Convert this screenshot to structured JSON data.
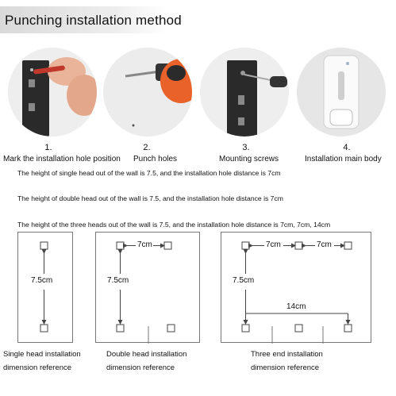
{
  "title": "Punching installation method",
  "steps": [
    {
      "number": "1.",
      "label": "Mark the installation hole position"
    },
    {
      "number": "2.",
      "label": "Punch holes"
    },
    {
      "number": "3.",
      "label": "Mounting screws"
    },
    {
      "number": "4.",
      "label": "Installation main body"
    }
  ],
  "specs": [
    "The height of single head out of the wall is 7.5, and the installation hole distance is 7cm",
    "The height of double head out of the wall is 7.5, and the installation hole distance is 7cm",
    "The height of the three heads out of the wall is 7.5, and the installation hole distance is 7cm, 7cm, 14cm"
  ],
  "diagrams": {
    "single": {
      "height": "7.5cm",
      "caption_line1": "Single head installation",
      "caption_line2": "dimension reference"
    },
    "double": {
      "height": "7.5cm",
      "spacing": "7cm",
      "caption_line1": "Double head installation",
      "caption_line2": "dimension reference"
    },
    "triple": {
      "height": "7.5cm",
      "spacing1": "7cm",
      "spacing2": "7cm",
      "total": "14cm",
      "caption_line1": "Three end installation",
      "caption_line2": "dimension reference"
    }
  },
  "colors": {
    "drill_orange": "#e8622a",
    "bracket_black": "#2a2a2a",
    "frame_gray": "#777777"
  }
}
